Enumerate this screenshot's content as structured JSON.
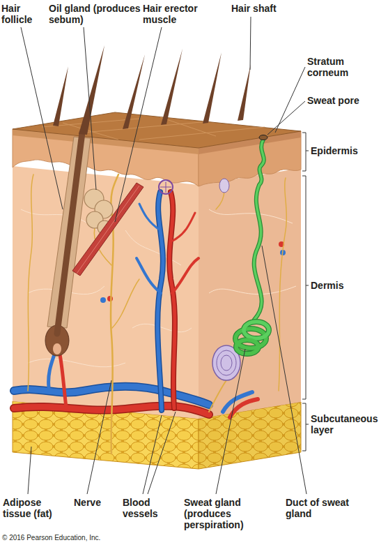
{
  "diagram": {
    "labels": [
      "Hair follicle",
      "Oil gland (produces sebum)",
      "Hair erector muscle",
      "Hair shaft",
      "Stratum corneum",
      "Sweat pore",
      "Epidermis",
      "Dermis",
      "Subcutaneous layer",
      "Adipose tissue (fat)",
      "Nerve",
      "Blood vessels",
      "Sweat gland (produces perspiration)",
      "Duct of sweat gland",
      "© 2016 Pearson Education, Inc."
    ]
  }
}
